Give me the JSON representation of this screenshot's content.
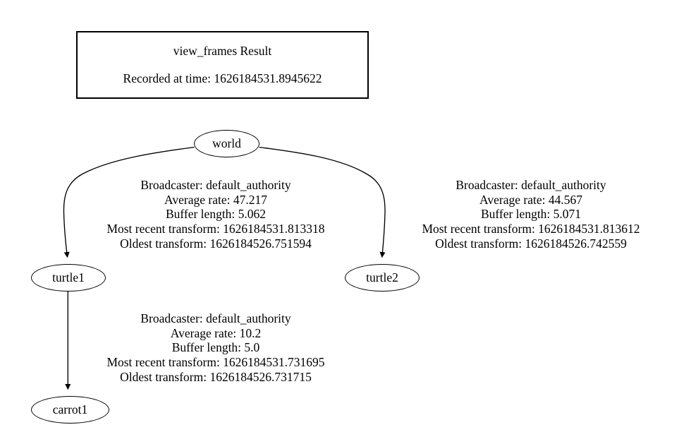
{
  "diagram": {
    "type": "tf-tree",
    "title": "view_frames Result",
    "background_color": "#ffffff",
    "stroke_color": "#000000",
    "header": {
      "title": "view_frames Result",
      "recorded_at_label": "Recorded at time: 1626184531.8945622"
    },
    "nodes": [
      {
        "id": "world",
        "label": "world"
      },
      {
        "id": "turtle1",
        "label": "turtle1"
      },
      {
        "id": "turtle2",
        "label": "turtle2"
      },
      {
        "id": "carrot1",
        "label": "carrot1"
      }
    ],
    "edges": [
      {
        "id": "world-turtle1",
        "from": "world",
        "to": "turtle1",
        "label_lines": [
          "Broadcaster: default_authority",
          "Average rate: 47.217",
          "Buffer length: 5.062",
          "Most recent transform: 1626184531.813318",
          "Oldest transform: 1626184526.751594"
        ],
        "broadcaster": "default_authority",
        "average_rate": 47.217,
        "buffer_length": 5.062,
        "most_recent_transform": 1626184531.813318,
        "oldest_transform": 1626184526.751594
      },
      {
        "id": "world-turtle2",
        "from": "world",
        "to": "turtle2",
        "label_lines": [
          "Broadcaster: default_authority",
          "Average rate: 44.567",
          "Buffer length: 5.071",
          "Most recent transform: 1626184531.813612",
          "Oldest transform: 1626184526.742559"
        ],
        "broadcaster": "default_authority",
        "average_rate": 44.567,
        "buffer_length": 5.071,
        "most_recent_transform": 1626184531.813612,
        "oldest_transform": 1626184526.742559
      },
      {
        "id": "turtle1-carrot1",
        "from": "turtle1",
        "to": "carrot1",
        "label_lines": [
          "Broadcaster: default_authority",
          "Average rate: 10.2",
          "Buffer length: 5.0",
          "Most recent transform: 1626184531.731695",
          "Oldest transform: 1626184526.731715"
        ],
        "broadcaster": "default_authority",
        "average_rate": 10.2,
        "buffer_length": 5.0,
        "most_recent_transform": 1626184531.731695,
        "oldest_transform": 1626184526.731715
      }
    ]
  }
}
